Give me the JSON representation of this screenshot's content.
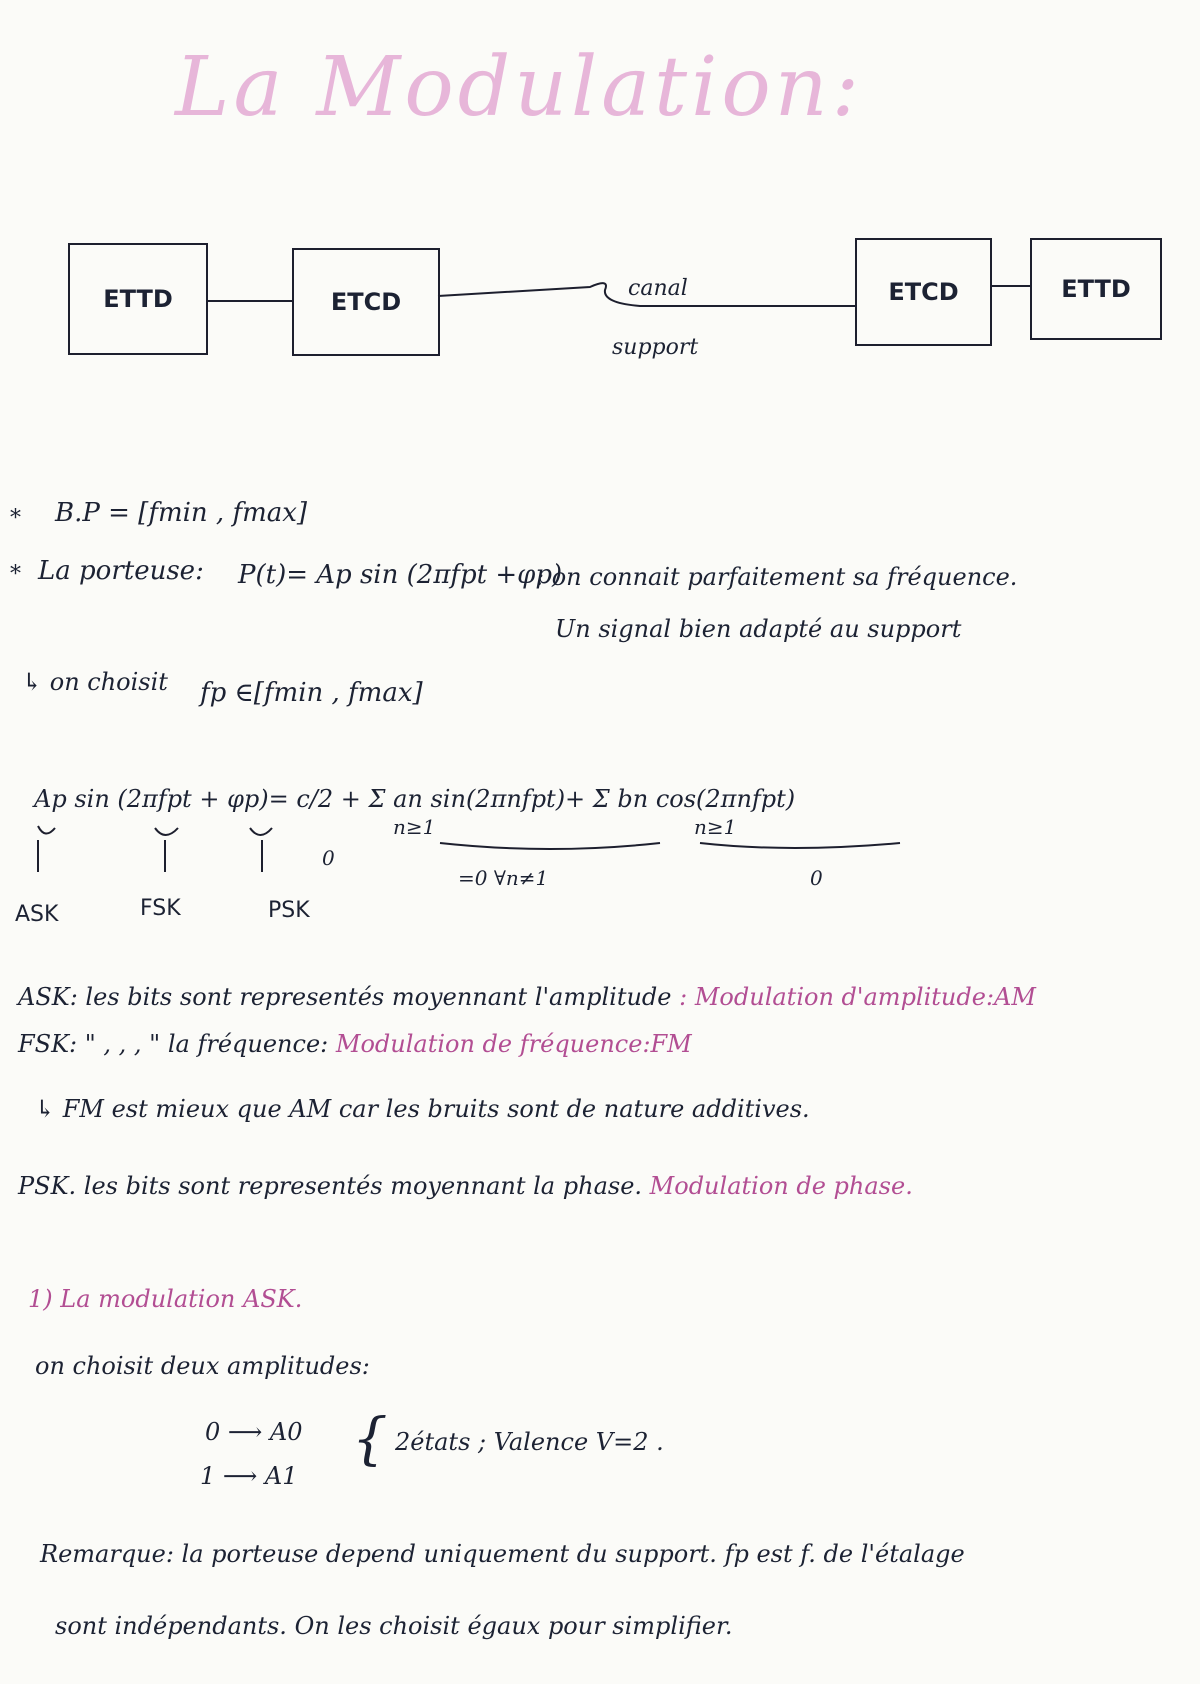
{
  "title": "La Modulation:",
  "diagram": {
    "box1": "ETTD",
    "box2": "ETCD",
    "box3": "ETCD",
    "box4": "ETTD",
    "canal": "canal",
    "support": "support"
  },
  "lines": {
    "bp_bullet": "*",
    "bp": "B.P = [fmin , fmax]",
    "porteuse_bullet": "*",
    "porteuse_label": "La porteuse:",
    "porteuse_formula": "P(t)= Ap sin (2πfpt +φp)",
    "porteuse_comment": ": on connait parfaitement sa fréquence.",
    "porteuse_comment2": "Un signal bien adapté au support",
    "choice": "↳ on choisit",
    "choice_formula": "fp ∈[fmin , fmax]",
    "equation": "Ap sin (2πfpt + φp)= c/2 + Σ an sin(2πnfpt)+ Σ bn cos(2πnfpt)",
    "sum_index": "n≥1",
    "zero_left": "0",
    "eq_mid": "=0 ∀n≠1",
    "eq_right": "0",
    "ask_arrow_label": "ASK",
    "fsk_arrow_label": "FSK",
    "psk_arrow_label": "PSK"
  },
  "definitions": {
    "ask_prefix": "ASK: les bits sont representés moyennant l'amplitude",
    "ask_colored": ": Modulation d'amplitude:AM",
    "fsk_prefix": "FSK: \"     ,     ,     ,     \"     la fréquence:",
    "fsk_colored": "Modulation de fréquence:FM",
    "fm_note": "↳ FM est mieux que AM car les bruits sont de nature additives.",
    "psk_prefix": "PSK. les bits sont representés moyennant la phase.",
    "psk_colored": "Modulation de phase."
  },
  "section": {
    "heading": "1) La modulation ASK.",
    "choose": "on choisit deux amplitudes:",
    "map0": "0 ⟶ A0",
    "map1": "1 ⟶ A1",
    "brace_note": "2états ; Valence V=2 ."
  },
  "remark": {
    "line1": "Remarque: la porteuse depend uniquement du support. fp est f. de l'étalage",
    "line2": "sont indépendants. On les choisit égaux pour simplifier."
  }
}
